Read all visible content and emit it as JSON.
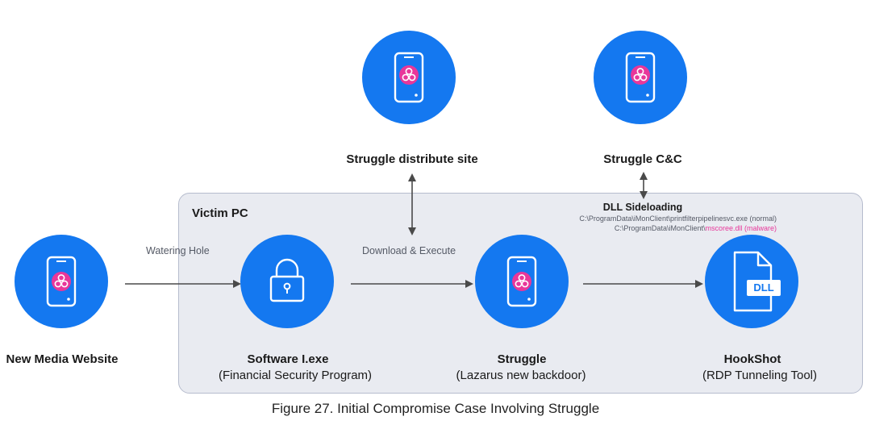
{
  "group": {
    "label": "Victim PC"
  },
  "nodes": {
    "distribute_site": {
      "title": "Struggle distribute site"
    },
    "c2": {
      "title": "Struggle C&C"
    },
    "website": {
      "title": "New Media Website"
    },
    "software": {
      "title": "Software I.exe",
      "subtitle": "(Financial Security Program)"
    },
    "struggle": {
      "title": "Struggle",
      "subtitle": "(Lazarus new backdoor)"
    },
    "hookshot": {
      "title": "HookShot",
      "subtitle": "(RDP Tunneling Tool)",
      "file_badge": "DLL"
    }
  },
  "edges": {
    "watering_hole": "Watering Hole",
    "download_execute": "Download & Execute"
  },
  "dll_sideloading": {
    "title": "DLL Sideloading",
    "path_normal": "C:\\ProgramData\\iMonClient\\printfilterpipelinesvc.exe (normal)",
    "path_malware_prefix": "C:\\ProgramData\\iMonClient\\",
    "path_malware_file": "mscoree.dll (malware)"
  },
  "caption": "Figure 27. Initial Compromise Case Involving Struggle",
  "colors": {
    "node_fill": "#1478f0",
    "malware_badge": "#e8379a",
    "group_fill": "#e9ebf1"
  }
}
